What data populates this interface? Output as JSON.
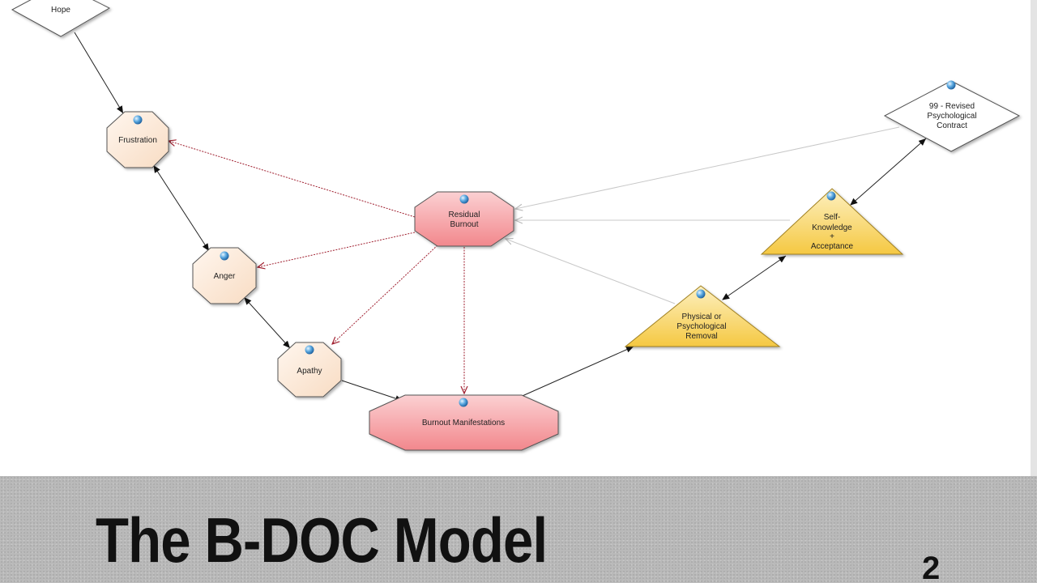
{
  "slide": {
    "title": "The B-DOC Model",
    "page_number": "2"
  },
  "nodes": {
    "hope": "Hope",
    "frustration": "Frustration",
    "anger": "Anger",
    "apathy": "Apathy",
    "residual_burnout": [
      "Residual",
      "Burnout"
    ],
    "burnout_manifestations": "Burnout Manifestations",
    "physical_removal": [
      "Physical or",
      "Psychological",
      "Removal"
    ],
    "self_knowledge": [
      "Self-",
      "Knowledge",
      "+",
      "Acceptance"
    ],
    "revised_contract": [
      "99 - Revised",
      "Psychological",
      "Contract"
    ]
  },
  "colors": {
    "octagon_fill": "#fbe6d4",
    "pink_fill": "#f7a5a8",
    "triangle_fill": "#f7d56a",
    "red_link": "#a02030",
    "gray_link": "#c8c8c8"
  }
}
